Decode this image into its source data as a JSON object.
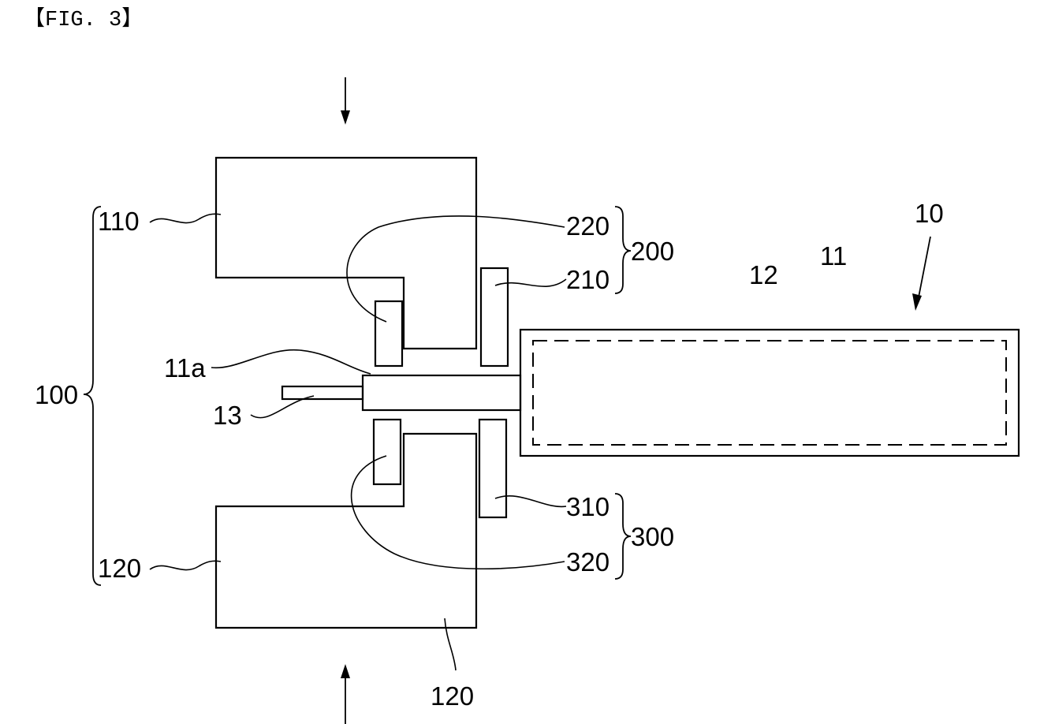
{
  "figure_label": "【FIG. 3】",
  "refs": {
    "r110": "110",
    "r120_left": "120",
    "r120_bottom": "120",
    "r100": "100",
    "r220": "220",
    "r210": "210",
    "r200": "200",
    "r310": "310",
    "r320": "320",
    "r300": "300",
    "r10": "10",
    "r11": "11",
    "r12": "12",
    "r11a": "11a",
    "r13": "13"
  }
}
